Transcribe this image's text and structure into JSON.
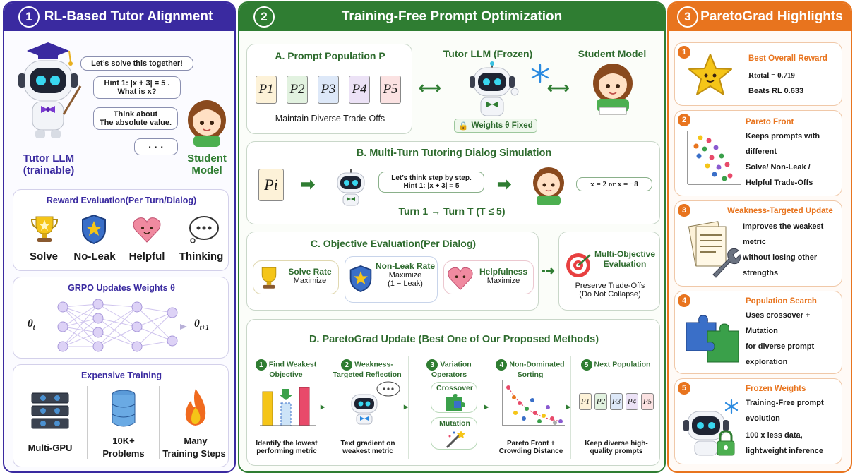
{
  "panel1": {
    "number": "1",
    "title": "RL-Based Tutor Alignment",
    "bubbles": [
      "Let’s solve this together!",
      "Hint 1: |x + 3| = 5 .",
      "What is x?",
      "Think about",
      "The absolute value.",
      "· · ·"
    ],
    "tutor_label_1": "Tutor LLM",
    "tutor_label_2": "(trainable)",
    "student_label_1": "Student",
    "student_label_2": "Model",
    "reward_title": "Reward Evaluation(Per Turn/Dialog)",
    "rewards": [
      "Solve",
      "No-Leak",
      "Helpful",
      "Thinking"
    ],
    "grpo_title": "GRPO Updates Weights θ",
    "theta_t": "θt",
    "theta_t1": "θt+1",
    "expensive_title": "Expensive Training",
    "costs": [
      "Multi-GPU",
      "10K+",
      "Problems",
      "Many",
      "Training Steps"
    ]
  },
  "panel2": {
    "number": "2",
    "title": "Training-Free Prompt Optimization",
    "A_title": "A. Prompt Population P",
    "prompts": [
      "P1",
      "P2",
      "P3",
      "P4",
      "P5"
    ],
    "A_caption": "Maintain Diverse Trade-Offs",
    "frozen_label": "Tutor LLM (Frozen)",
    "weights_fixed": "Weights θ Fixed",
    "student_label": "Student Model",
    "B_title": "B. Multi-Turn Tutoring Dialog Simulation",
    "B_prompt": "Pi",
    "B_bubble_1": "Let’s think step by step.",
    "B_bubble_2": "Hint 1: |x + 3| = 5",
    "B_answer": "x = 2 or x = −8",
    "B_turns": "Turn 1 → Turn T (T ≤ 5)",
    "C_title": "C. Objective Evaluation(Per Dialog)",
    "C_items": [
      {
        "name": "Solve Rate",
        "sub": "Maximize",
        "sub2": ""
      },
      {
        "name": "Non-Leak Rate",
        "sub": "Maximize",
        "sub2": "(1 − Leak)"
      },
      {
        "name": "Helpfulness",
        "sub": "Maximize",
        "sub2": ""
      }
    ],
    "C_multi_1": "Multi-Objective",
    "C_multi_2": "Evaluation",
    "C_multi_3": "Preserve Trade-Offs",
    "C_multi_4": "(Do Not Collapse)",
    "D_title": "D. ParetoGrad Update (Best One of Our Proposed Methods)",
    "D_steps": [
      {
        "num": "1",
        "title": "Find Weakest Objective",
        "caption": "Identify the lowest performing metric"
      },
      {
        "num": "2",
        "title": "Weakness-Targeted Reflection",
        "caption": "Text gradient on weakest metric"
      },
      {
        "num": "3",
        "title": "Variation Operators",
        "caption": ""
      },
      {
        "num": "4",
        "title": "Non-Dominated Sorting",
        "caption": "Pareto Front + Crowding Distance"
      },
      {
        "num": "5",
        "title": "Next Population",
        "caption": "Keep diverse high-quality prompts"
      }
    ],
    "D_crossover": "Crossover",
    "D_mutation": "Mutation",
    "D_next_prompts": [
      "P1",
      "P2",
      "P3",
      "P4",
      "P5"
    ]
  },
  "panel3": {
    "number": "3",
    "title": "ParetoGrad Highlights",
    "items": [
      {
        "num": "1",
        "title": "Best Overall Reward",
        "lines": [
          "Rtotal = 0.719",
          "Beats RL 0.633"
        ]
      },
      {
        "num": "2",
        "title": "Pareto Front",
        "lines": [
          "Keeps prompts with",
          "different",
          "Solve/ Non-Leak /",
          "Helpful Trade-Offs"
        ]
      },
      {
        "num": "3",
        "title": "Weakness-Targeted Update",
        "lines": [
          "Improves the weakest",
          "metric",
          "without losing other",
          "strengths"
        ]
      },
      {
        "num": "4",
        "title": "Population Search",
        "lines": [
          "Uses crossover +",
          "Mutation",
          "for diverse prompt",
          "exploration"
        ]
      },
      {
        "num": "5",
        "title": "Frozen Weights",
        "lines": [
          "Training-Free prompt",
          "evolution",
          "100 x less data,",
          "lightweight inference"
        ]
      }
    ]
  },
  "colors": {
    "panel1": "#3a2aa0",
    "panel2": "#2f7d32",
    "panel3": "#e8741e"
  }
}
